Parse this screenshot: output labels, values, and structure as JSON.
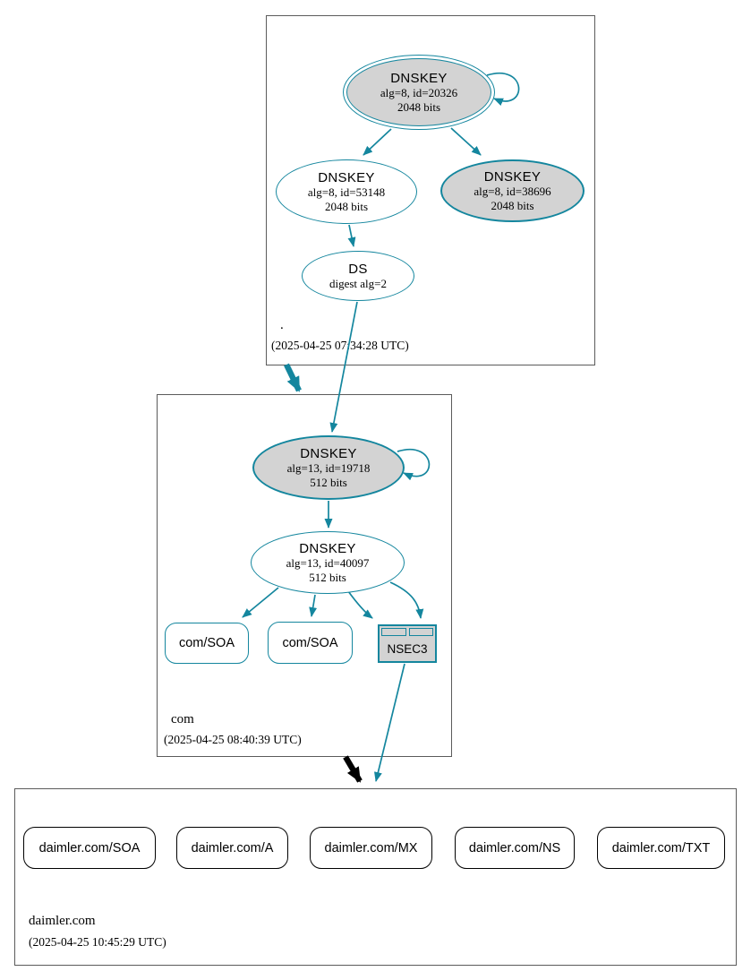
{
  "colors": {
    "secure_teal": "#14869e",
    "node_gray_fill": "#d3d3d3",
    "zone_border": "#5b5b5b",
    "edge_black": "#000000"
  },
  "zones": [
    {
      "label": ".",
      "timestamp": "(2025-04-25 07:34:28 UTC)",
      "nodes": {
        "ksk": {
          "title": "DNSKEY",
          "attrs": [
            "alg=8, id=20326",
            "2048 bits"
          ]
        },
        "zsk": {
          "title": "DNSKEY",
          "attrs": [
            "alg=8, id=53148",
            "2048 bits"
          ]
        },
        "key2": {
          "title": "DNSKEY",
          "attrs": [
            "alg=8, id=38696",
            "2048 bits"
          ]
        },
        "ds": {
          "title": "DS",
          "attrs": [
            "digest alg=2"
          ]
        }
      }
    },
    {
      "label": "com",
      "timestamp": "(2025-04-25 08:40:39 UTC)",
      "nodes": {
        "ksk": {
          "title": "DNSKEY",
          "attrs": [
            "alg=13, id=19718",
            "512 bits"
          ]
        },
        "zsk": {
          "title": "DNSKEY",
          "attrs": [
            "alg=13, id=40097",
            "512 bits"
          ]
        },
        "soa1": {
          "label": "com/SOA"
        },
        "soa2": {
          "label": "com/SOA"
        },
        "nsec3": {
          "label": "NSEC3"
        }
      }
    },
    {
      "label": "daimler.com",
      "timestamp": "(2025-04-25 10:45:29 UTC)",
      "rrsets": [
        "daimler.com/SOA",
        "daimler.com/A",
        "daimler.com/MX",
        "daimler.com/NS",
        "daimler.com/TXT"
      ]
    }
  ]
}
